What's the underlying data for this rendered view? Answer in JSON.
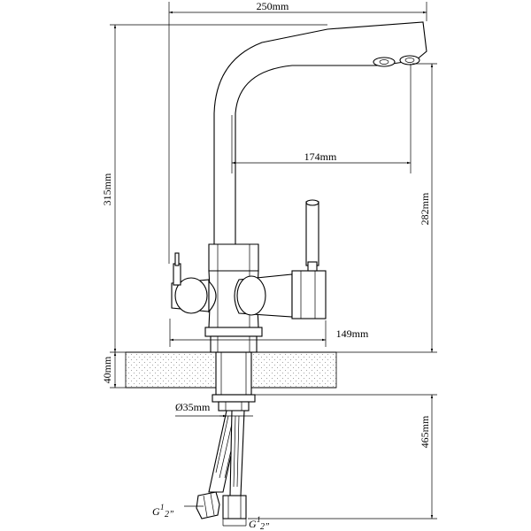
{
  "dimensions": {
    "width_total": "250mm",
    "spout_reach": "174mm",
    "height_total": "315mm",
    "spout_height": "282mm",
    "body_width": "149mm",
    "countertop": "40mm",
    "mount_diameter": "Ø35mm",
    "hose_length": "465mm",
    "thread_left": "G",
    "thread_left_sup": "1",
    "thread_left_sub": "2”",
    "thread_right": "G",
    "thread_right_sup": "1",
    "thread_right_sub": "2”"
  },
  "colors": {
    "line": "#000000",
    "background": "#ffffff"
  }
}
